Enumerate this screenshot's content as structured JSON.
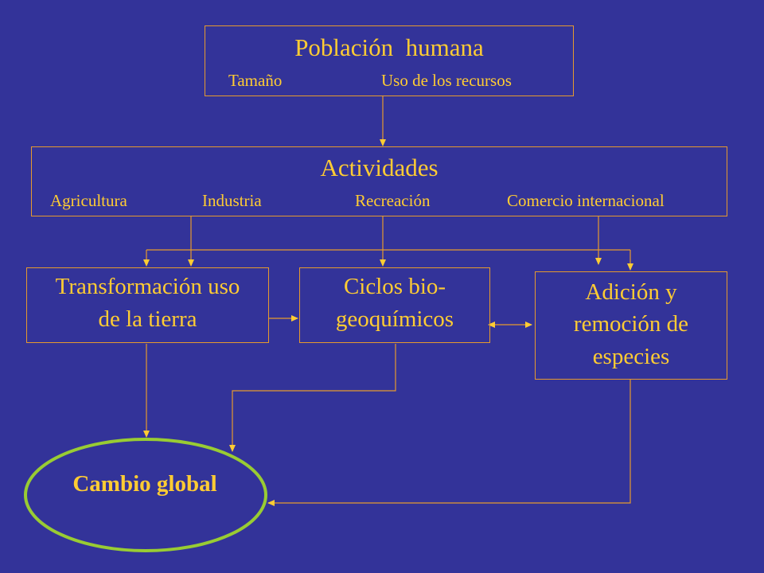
{
  "poblacion": {
    "title": "Población  humana",
    "items": [
      "Tamaño",
      "Uso de los recursos"
    ]
  },
  "actividades": {
    "title": "Actividades",
    "items": [
      "Agricultura",
      "Industria",
      "Recreación",
      "Comercio internacional"
    ]
  },
  "transformacion": {
    "lines": [
      "Transformación uso",
      "de la tierra"
    ]
  },
  "ciclos": {
    "lines": [
      "Ciclos bio-",
      "geoquímicos"
    ]
  },
  "adicion": {
    "lines": [
      "Adición y",
      "remoción de",
      "especies"
    ]
  },
  "cambio": {
    "label": "Cambio global"
  },
  "colors": {
    "background": "#333399",
    "text": "#FFCC33",
    "lines": "#E69A2E",
    "ellipse": "#99CC33"
  }
}
